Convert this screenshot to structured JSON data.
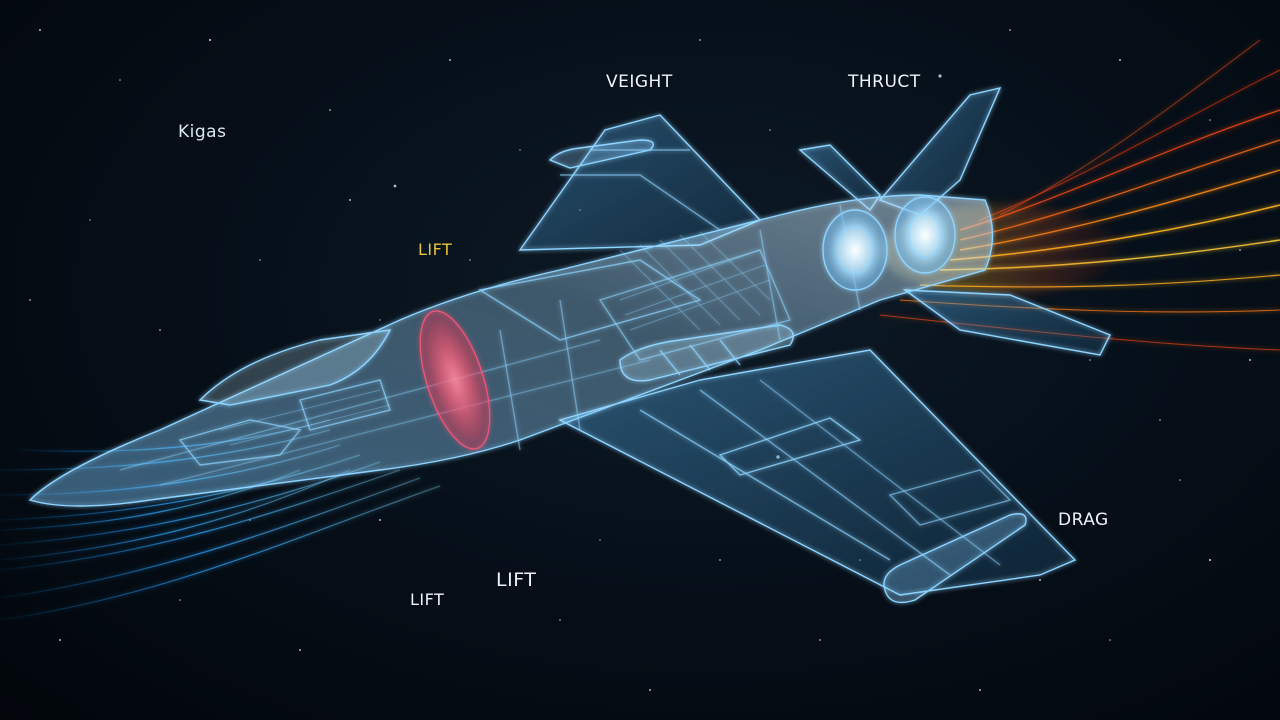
{
  "labels": {
    "weight": "VEIGHT",
    "thrust": "THRUCT",
    "kgas": "Kigas",
    "lift_upper": "LIFT",
    "drag": "DRAG",
    "lift_lower": "LIFT",
    "lift_lower_small": "LIFT"
  },
  "colors": {
    "background": "#02070d",
    "wireframe": "#8fd4ff",
    "airflow_front": "#29a8ff",
    "exhaust_hot": "#ff4a1a",
    "exhaust_warm": "#ffb21f",
    "nose_heat": "#ff3355",
    "label_white": "#eef3f7",
    "label_yellow": "#e7c23c"
  }
}
